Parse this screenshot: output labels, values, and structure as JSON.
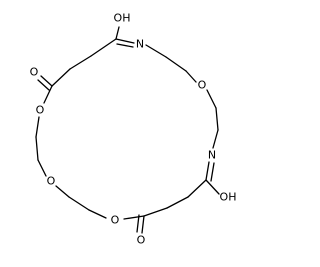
{
  "structure": {
    "atom_labels": [
      {
        "id": "oh-top",
        "text": "OH"
      },
      {
        "id": "n-top",
        "text": "N"
      },
      {
        "id": "o-carbonyl-left",
        "text": "O"
      },
      {
        "id": "o-ether-right-upper",
        "text": "O"
      },
      {
        "id": "o-ester-left",
        "text": "O"
      },
      {
        "id": "n-right",
        "text": "N"
      },
      {
        "id": "oh-right",
        "text": "OH"
      },
      {
        "id": "o-ether-left-lower",
        "text": "O"
      },
      {
        "id": "o-ester-bottom",
        "text": "O"
      },
      {
        "id": "o-carbonyl-bottom",
        "text": "O"
      }
    ],
    "bond_color": "#000000",
    "label_color": "#000000"
  }
}
